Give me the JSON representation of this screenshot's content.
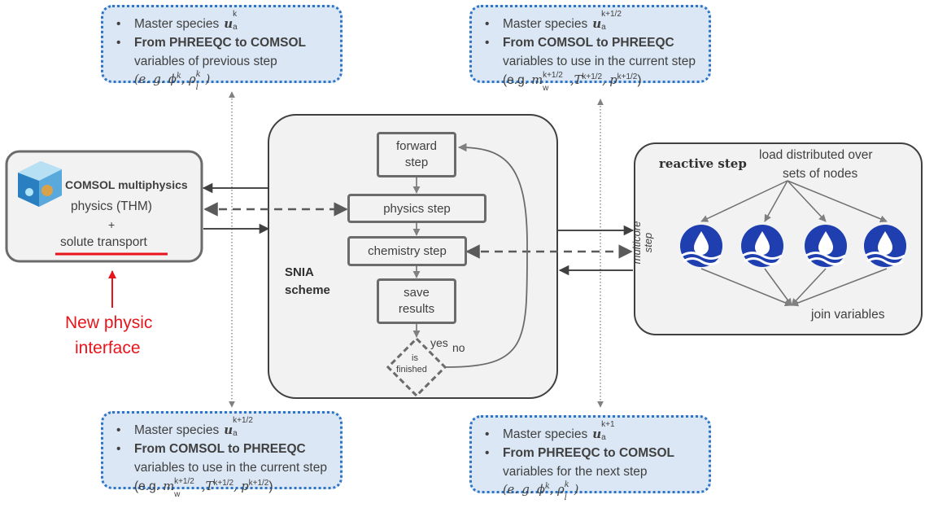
{
  "notes": {
    "top_left": {
      "l1": "Master species",
      "l1_sym": "u",
      "l1_sub": "a",
      "l1_sup": "k",
      "l2": "From PHREEQC to COMSOL",
      "l3": "variables of previous step",
      "l4": "(e. g. ϕ",
      "l4_sup1": "k",
      "l4_mid": ", ρ",
      "l4_sub2": "l",
      "l4_sup2": "k",
      "l4_end": ")"
    },
    "top_right": {
      "l1": "Master species",
      "l1_sym": "u",
      "l1_sub": "a",
      "l1_sup": "k+1/2",
      "l2": "From COMSOL to PHREEQC",
      "l3": "variables to use in the current step",
      "l4_pre": "(e.g.",
      "l4": "m",
      "l4_sub1": "w",
      "l4_sup1": "k+1/2",
      "l4_mid1": ",T",
      "l4_sup2": "k+1/2",
      "l4_mid2": ", p",
      "l4_sup3": "k+1/2",
      "l4_end": ")"
    },
    "bottom_left": {
      "l1": "Master species",
      "l1_sym": "u",
      "l1_sub": "a",
      "l1_sup": "k+1/2",
      "l2": "From COMSOL to PHREEQC",
      "l3": "variables to use in the current step",
      "l4_pre": "(e.g.",
      "l4": "m",
      "l4_sub1": "w",
      "l4_sup1": "k+1/2",
      "l4_mid1": ",T",
      "l4_sup2": "k+1/2",
      "l4_mid2": ", p",
      "l4_sup3": "k+1/2",
      "l4_end": ")"
    },
    "bottom_right": {
      "l1": "Master species",
      "l1_sym": "u",
      "l1_sub": "a",
      "l1_sup": "k+1",
      "l2": "From PHREEQC to COMSOL",
      "l3": "variables for the next step",
      "l4": "(e. g. ϕ",
      "l4_sup1": "k",
      "l4_mid": ", ρ",
      "l4_sub2": "l",
      "l4_sup2": "k",
      "l4_end": ")"
    },
    "bullet": "•"
  },
  "comsol": {
    "title": "COMSOL multiphysics",
    "line1": "physics (THM)",
    "plus": "+",
    "line2": "solute transport"
  },
  "new_interface": {
    "line1": "New physic",
    "line2": "interface"
  },
  "snia": {
    "label1": "SNIA",
    "label2": "scheme",
    "forward": [
      "forward",
      "step"
    ],
    "physics": "physics step",
    "chemistry": "chemistry step",
    "save": [
      "save",
      "results"
    ],
    "decision": [
      "is",
      "finished"
    ],
    "yes": "yes",
    "no": "no"
  },
  "reactive": {
    "title": "reactive step",
    "load1": "load distributed over",
    "load2": "sets of nodes",
    "multicore1": "multicore",
    "multicore2": "step",
    "join": "join variables"
  },
  "colors": {
    "note_fill": "#dbe7f4",
    "note_border": "#2e75c8",
    "red": "#e8141c",
    "node_blue": "#1f3fb0"
  }
}
